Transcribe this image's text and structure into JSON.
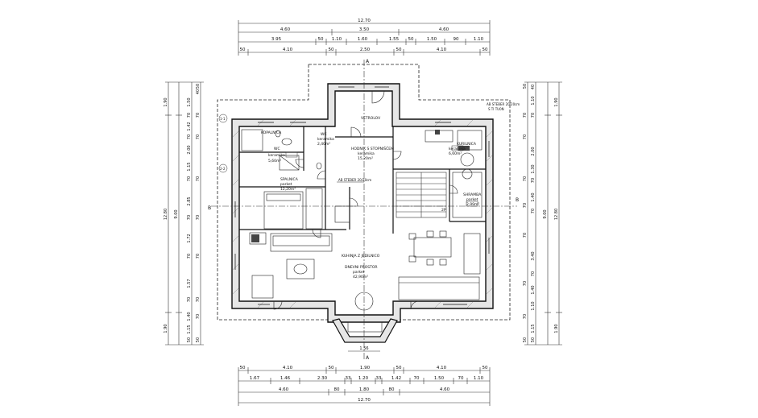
{
  "dimensions": {
    "top_total": "12.70",
    "top_row2": [
      "4.60",
      "3.50",
      "4.60"
    ],
    "top_row3": [
      "3.95",
      "50",
      "1.10",
      "1.60",
      "1.55",
      "50",
      "1.50",
      "90",
      "1.10"
    ],
    "top_row4": [
      "50",
      "4.10",
      "50",
      "2.50",
      "50",
      "4.10",
      "50"
    ],
    "bottom_row1": [
      "50",
      "4.10",
      "50",
      "1.90",
      "50",
      "4.10",
      "50"
    ],
    "bottom_row2": [
      "1.67",
      "1.46",
      "2.30",
      "33",
      "1.20",
      "33",
      "1.42",
      "70",
      "1.50",
      "70",
      "1.10"
    ],
    "bottom_row3": [
      "4.60",
      "80",
      "1.80",
      "80",
      "4.60"
    ],
    "bottom_total": "12.70",
    "left_outer": [
      "1.90",
      "12.80",
      "1.90"
    ],
    "left_mid": [
      "9.00"
    ],
    "left_inner": [
      "1.50",
      "70",
      "1.42",
      "70",
      "2.00",
      "1.15",
      "70",
      "2.85",
      "70",
      "1.72",
      "70",
      "1.57",
      "70",
      "1.40",
      "1.15",
      "50"
    ],
    "left_inner2": [
      "50",
      "40",
      "70",
      "70",
      "70",
      "70",
      "70",
      "70",
      "70",
      "50"
    ],
    "right_outer": [
      "1.90",
      "12.80",
      "1.90"
    ],
    "right_mid": [
      "9.00"
    ],
    "right_inner": [
      "40",
      "1.10",
      "70",
      "2.00",
      "1.30",
      "70",
      "1.40",
      "70",
      "3.40",
      "70",
      "1.40",
      "1.10",
      "1.15",
      "50"
    ],
    "right_inner2": [
      "50",
      "70",
      "70",
      "70",
      "70",
      "70",
      "70",
      "70",
      "50"
    ],
    "bay": "1.56"
  },
  "rooms": {
    "kopalnica": {
      "name": "KOPALNICA"
    },
    "wc1": {
      "name": "WC",
      "floor": "keramika",
      "area": "2,40m²"
    },
    "wc2": {
      "name": "WC",
      "floor": "keramika",
      "area": "5,60m²"
    },
    "hodnik": {
      "name": "HODNIK S STOPNIŠČEM",
      "floor": "keramika",
      "area": "15,20m²"
    },
    "vetrolov": {
      "name": "VETROLOV"
    },
    "kurilnica": {
      "name": "KURILNICA",
      "floor": "keramika",
      "area": "6,60m²"
    },
    "spalnica": {
      "name": "SPALNICA",
      "floor": "parket",
      "area": "12,20m²"
    },
    "shramba": {
      "name": "SHRAMBA",
      "floor": "parket",
      "area": "2,99m²"
    },
    "dnevni": {
      "name": "KUHINJA Z JEDILNICO",
      "name2": "DNEVNI PROSTOR",
      "floor": "parket",
      "area": "42,90m²"
    }
  },
  "notes": {
    "ab_steber_top": "AB STEBER 20/20cm",
    "ab_steber_top2": "S TI TU0N",
    "ab_steber_mid": "AB STEBER 20/20cm",
    "stair_up": "2P",
    "lbl_r1": "1-1",
    "lbl_r2": "2-2"
  },
  "sections": {
    "a_top": "A",
    "a_bottom": "A",
    "b_left": "B",
    "b_right": "B"
  }
}
